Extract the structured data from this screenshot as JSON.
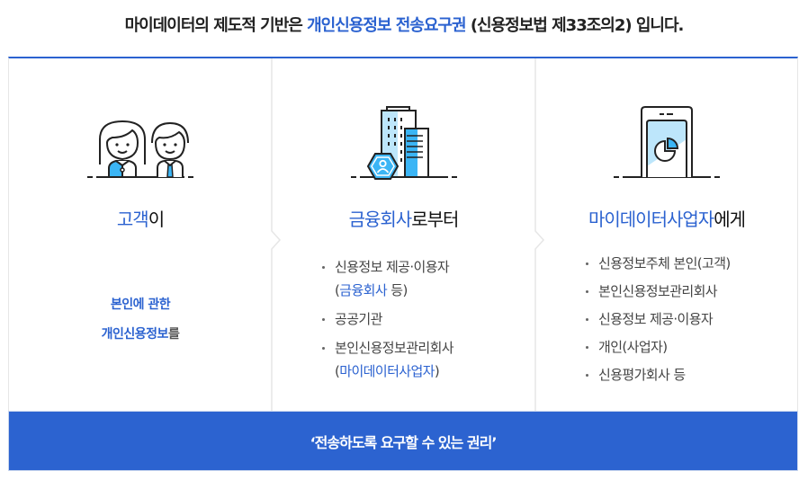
{
  "headline": {
    "part1": "마이데이터의 제도적 기반은 ",
    "highlight": "개인신용정보 전송요구권",
    "part2": " (신용정보법 제33조의2) 입니다."
  },
  "columns": [
    {
      "icon": "customers-icon",
      "title_highlight": "고객",
      "title_rest": "이",
      "desc_line1": "본인에 관한",
      "desc_line2_highlight": "개인신용정보",
      "desc_line2_rest": "를"
    },
    {
      "icon": "financial-building-icon",
      "title_highlight": "금융회사",
      "title_rest": "로부터",
      "items": [
        {
          "line1": "신용정보 제공·이용자",
          "line2_open": "(",
          "line2_highlight": "금융회사",
          "line2_close": " 등)"
        },
        {
          "line1": "공공기관"
        },
        {
          "line1": "본인신용정보관리회사",
          "line2_open": "(",
          "line2_highlight": "마이데이터사업자",
          "line2_close": ")"
        }
      ]
    },
    {
      "icon": "mobile-chart-icon",
      "title_highlight": "마이데이터사업자",
      "title_rest": "에게",
      "items": [
        "신용정보주체 본인(고객)",
        "본인신용정보관리회사",
        "신용정보 제공·이용자",
        "개인(사업자)",
        "신용평가회사 등"
      ]
    }
  ],
  "banner": {
    "text": "‘전송하도록 요구할 수 있는 권리’"
  },
  "colors": {
    "accent": "#2b62d0",
    "banner_bg": "#2c63d0",
    "icon_fill": "#3bb5f5",
    "icon_light": "#bde6fb"
  }
}
